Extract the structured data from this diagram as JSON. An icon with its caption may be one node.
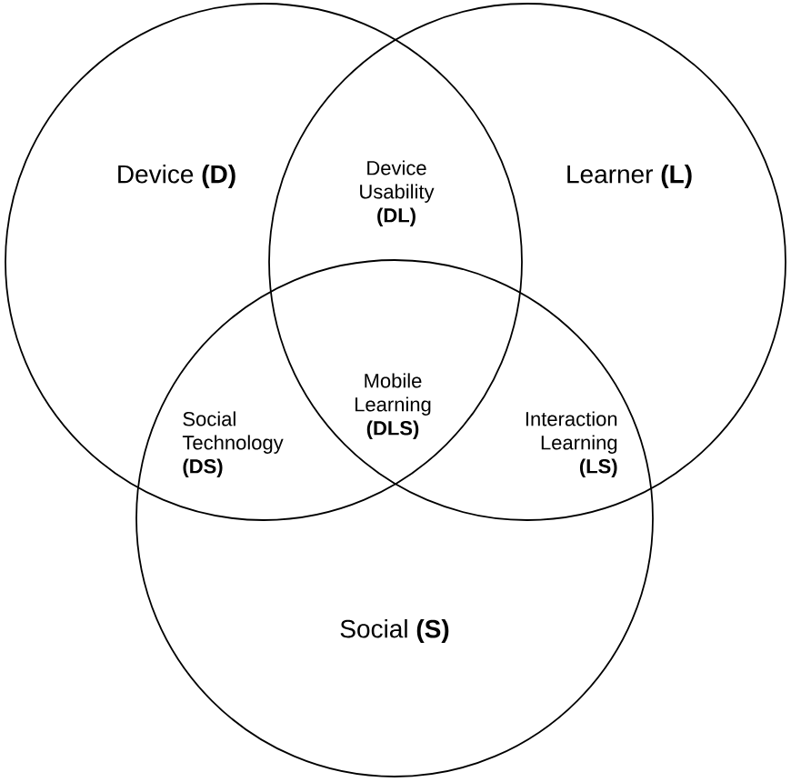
{
  "diagram": {
    "nodes": [
      {
        "text": [
          "Device **(D)**"
        ]
      },
      {
        "text": [
          "Learner **(L)**"
        ]
      },
      {
        "text": [
          "Social **(S)**"
        ]
      }
    ],
    "edges": [],
    "labels": [
      "Device Usability **(DL)**",
      "Mobile Learning **(DLS)**",
      "Social Technology **(DS)**",
      "Interaction Learning **(LS)**"
    ]
  }
}
